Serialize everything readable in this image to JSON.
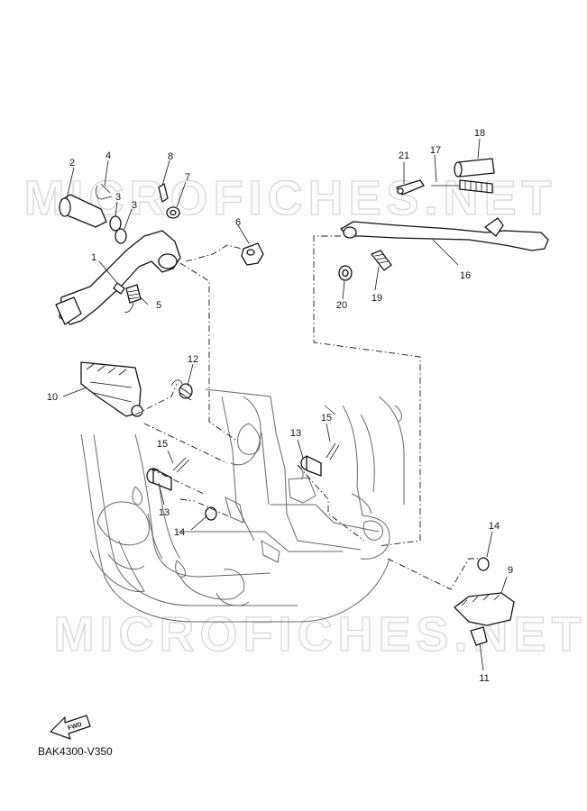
{
  "diagram": {
    "reference_code": "BAK4300-V350",
    "watermark": "MICROFICHES.NET",
    "fwd_label": "FWD",
    "callouts": {
      "c1": "1",
      "c2": "2",
      "c3a": "3",
      "c3b": "3",
      "c4": "4",
      "c5": "5",
      "c6": "6",
      "c7": "7",
      "c8": "8",
      "c9": "9",
      "c10": "10",
      "c11": "11",
      "c12": "12",
      "c13a": "13",
      "c13b": "13",
      "c14a": "14",
      "c14b": "14",
      "c15a": "15",
      "c15b": "15",
      "c16": "16",
      "c17": "17",
      "c18": "18",
      "c19": "19",
      "c20": "20",
      "c21": "21"
    }
  }
}
